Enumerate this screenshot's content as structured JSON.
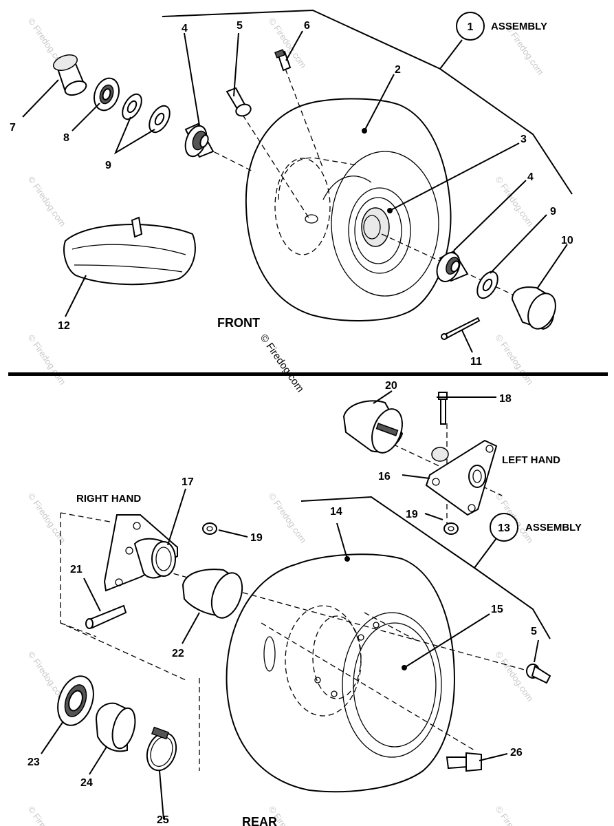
{
  "sections": {
    "front_label": "FRONT",
    "rear_label": "REAR",
    "right_hand_label": "RIGHT HAND",
    "left_hand_label": "LEFT HAND"
  },
  "assemblies": {
    "front": {
      "number": "1",
      "label": "ASSEMBLY"
    },
    "rear": {
      "number": "13",
      "label": "ASSEMBLY"
    }
  },
  "callouts": {
    "c2": "2",
    "c3": "3",
    "c4a": "4",
    "c4b": "4",
    "c5a": "5",
    "c5b": "5",
    "c6": "6",
    "c7": "7",
    "c8": "8",
    "c9a": "9",
    "c9b": "9",
    "c10": "10",
    "c11": "11",
    "c12": "12",
    "c14": "14",
    "c15": "15",
    "c16": "16",
    "c17": "17",
    "c18": "18",
    "c19a": "19",
    "c19b": "19",
    "c20": "20",
    "c21": "21",
    "c22": "22",
    "c23": "23",
    "c24": "24",
    "c25": "25",
    "c26": "26"
  },
  "watermark": "© Firedog.com"
}
